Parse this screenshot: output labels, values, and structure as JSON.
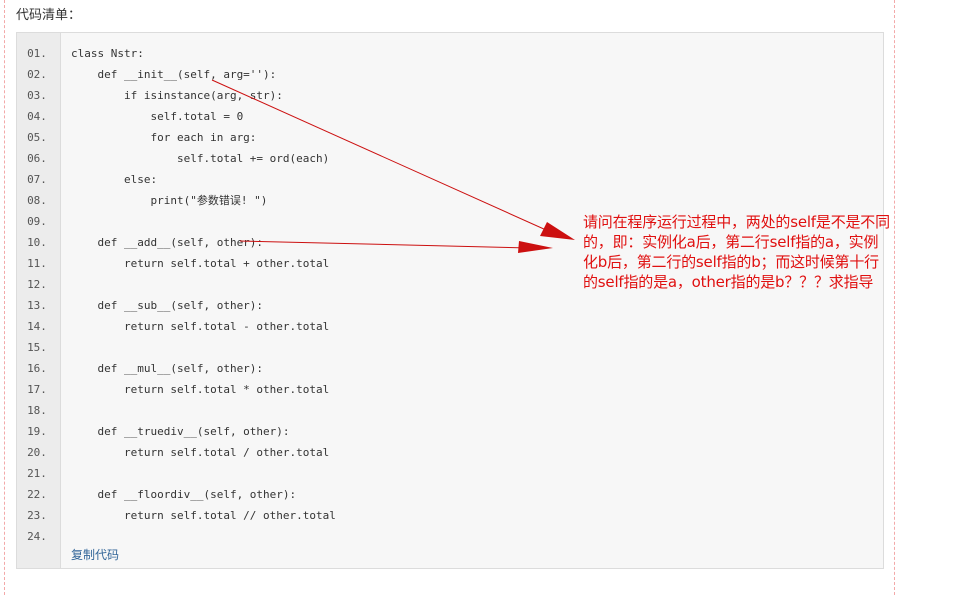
{
  "section": {
    "title": "代码清单："
  },
  "code": {
    "lines": [
      {
        "no": "01.",
        "text": "class Nstr:"
      },
      {
        "no": "02.",
        "text": "    def __init__(self, arg=''):"
      },
      {
        "no": "03.",
        "text": "        if isinstance(arg, str):"
      },
      {
        "no": "04.",
        "text": "            self.total = 0"
      },
      {
        "no": "05.",
        "text": "            for each in arg:"
      },
      {
        "no": "06.",
        "text": "                self.total += ord(each)"
      },
      {
        "no": "07.",
        "text": "        else:"
      },
      {
        "no": "08.",
        "text": "            print(\"参数错误! \")"
      },
      {
        "no": "09.",
        "text": ""
      },
      {
        "no": "10.",
        "text": "    def __add__(self, other):"
      },
      {
        "no": "11.",
        "text": "        return self.total + other.total"
      },
      {
        "no": "12.",
        "text": ""
      },
      {
        "no": "13.",
        "text": "    def __sub__(self, other):"
      },
      {
        "no": "14.",
        "text": "        return self.total - other.total"
      },
      {
        "no": "15.",
        "text": ""
      },
      {
        "no": "16.",
        "text": "    def __mul__(self, other):"
      },
      {
        "no": "17.",
        "text": "        return self.total * other.total"
      },
      {
        "no": "18.",
        "text": ""
      },
      {
        "no": "19.",
        "text": "    def __truediv__(self, other):"
      },
      {
        "no": "20.",
        "text": "        return self.total / other.total"
      },
      {
        "no": "21.",
        "text": ""
      },
      {
        "no": "22.",
        "text": "    def __floordiv__(self, other):"
      },
      {
        "no": "23.",
        "text": "        return self.total // other.total"
      },
      {
        "no": "24.",
        "text": ""
      }
    ],
    "copy_label": "复制代码"
  },
  "annotation": {
    "text": "请问在程序运行过程中，两处的self是不是不同的，即：实例化a后，第二行self指的a，实例化b后，第二行的self指的b；而这时候第十行的self指的是a，other指的是b？？？求指导",
    "color": "#e01010"
  }
}
